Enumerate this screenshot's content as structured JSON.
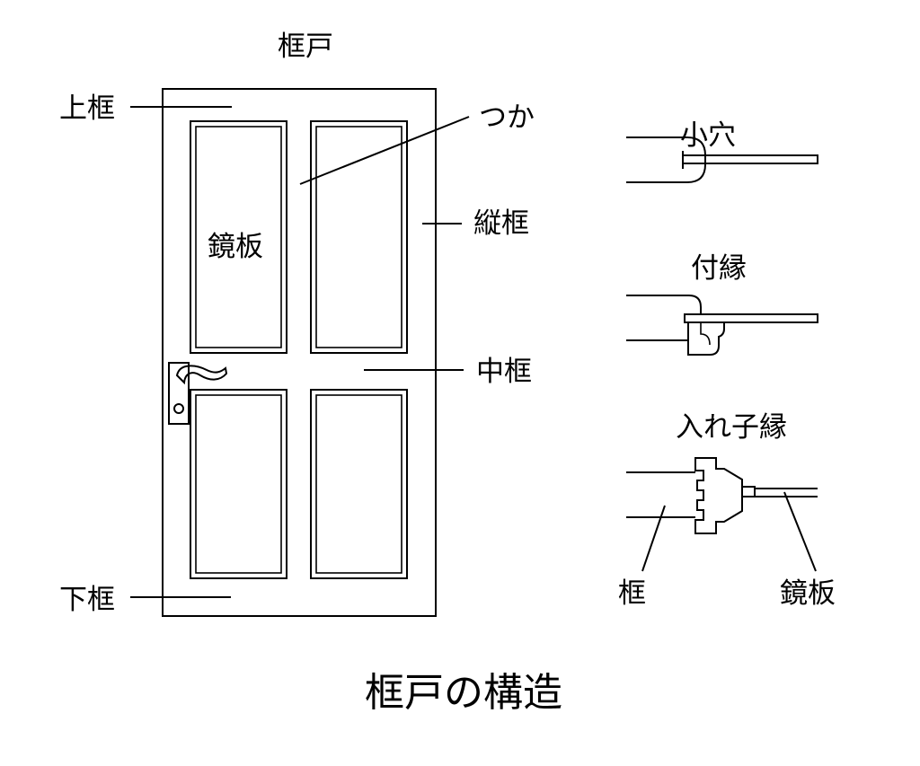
{
  "door": {
    "title": "框戸",
    "labels": {
      "top_rail": "上框",
      "stile_post": "つか",
      "vertical_stile": "縦框",
      "panel": "鏡板",
      "middle_rail": "中框",
      "bottom_rail": "下框"
    }
  },
  "details": {
    "groove": {
      "title": "小穴"
    },
    "molding": {
      "title": "付縁"
    },
    "inset_molding": {
      "title": "入れ子縁",
      "frame_label": "框",
      "panel_label": "鏡板"
    }
  },
  "caption": "框戸の構造"
}
